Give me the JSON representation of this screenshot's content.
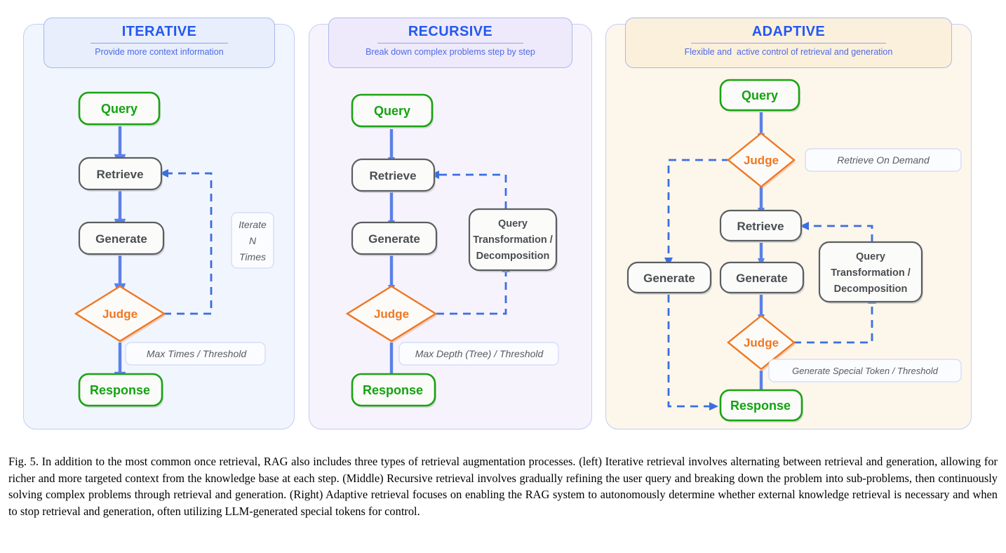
{
  "figure": {
    "label": "Fig. 5.",
    "caption": "  In addition to the most common once retrieval, RAG also includes three types of retrieval augmentation processes. (left) Iterative retrieval involves alternating between retrieval and generation, allowing for richer and more targeted context from the knowledge base at each step. (Middle) Recursive retrieval involves gradually refining the user query and breaking down the problem into sub-problems, then continuously solving complex problems through retrieval and generation. (Right) Adaptive retrieval focuses on enabling the RAG system to autonomously determine whether external knowledge retrieval is necessary and when to stop retrieval and generation, often utilizing LLM-generated special tokens for control."
  },
  "colors": {
    "title_blue": "#2458f0",
    "subtitle_blue": "#4d6ae6",
    "node_green": "#14a310",
    "node_orange": "#ef7722",
    "node_gray": "#4a4e51",
    "arrow_solid_blue": "#5b80e8",
    "arrow_dashed_blue": "#3b6fe0",
    "panel_iterative_bg": "#f1f5fe",
    "panel_recursive_bg": "#f6f3fd",
    "panel_adaptive_bg": "#fdf6eb"
  },
  "panels": [
    {
      "id": "iterative",
      "title": "ITERATIVE",
      "subtitle": "Provide more context information",
      "nodes": {
        "query": "Query",
        "retrieve": "Retrieve",
        "generate": "Generate",
        "judge": "Judge",
        "response": "Response"
      },
      "notes": {
        "loop_line1": "Iterate",
        "loop_line2": "N",
        "loop_line3": "Times",
        "exit": "Max Times / Threshold"
      }
    },
    {
      "id": "recursive",
      "title": "RECURSIVE",
      "subtitle": "Break down complex problems step by step",
      "nodes": {
        "query": "Query",
        "retrieve": "Retrieve",
        "generate": "Generate",
        "judge": "Judge",
        "response": "Response",
        "transform_line1": "Query",
        "transform_line2": "Transformation /",
        "transform_line3": "Decomposition"
      },
      "notes": {
        "exit": "Max Depth (Tree) / Threshold"
      }
    },
    {
      "id": "adaptive",
      "title": "ADAPTIVE",
      "subtitle": "Flexible and  active control of retrieval and generation",
      "nodes": {
        "query": "Query",
        "judge_top": "Judge",
        "retrieve": "Retrieve",
        "generate_bypass": "Generate",
        "generate": "Generate",
        "judge_bottom": "Judge",
        "response": "Response",
        "transform_line1": "Query",
        "transform_line2": "Transformation /",
        "transform_line3": "Decomposition"
      },
      "notes": {
        "on_demand": "Retrieve On  Demand",
        "exit": "Generate Special Token / Threshold"
      }
    }
  ]
}
